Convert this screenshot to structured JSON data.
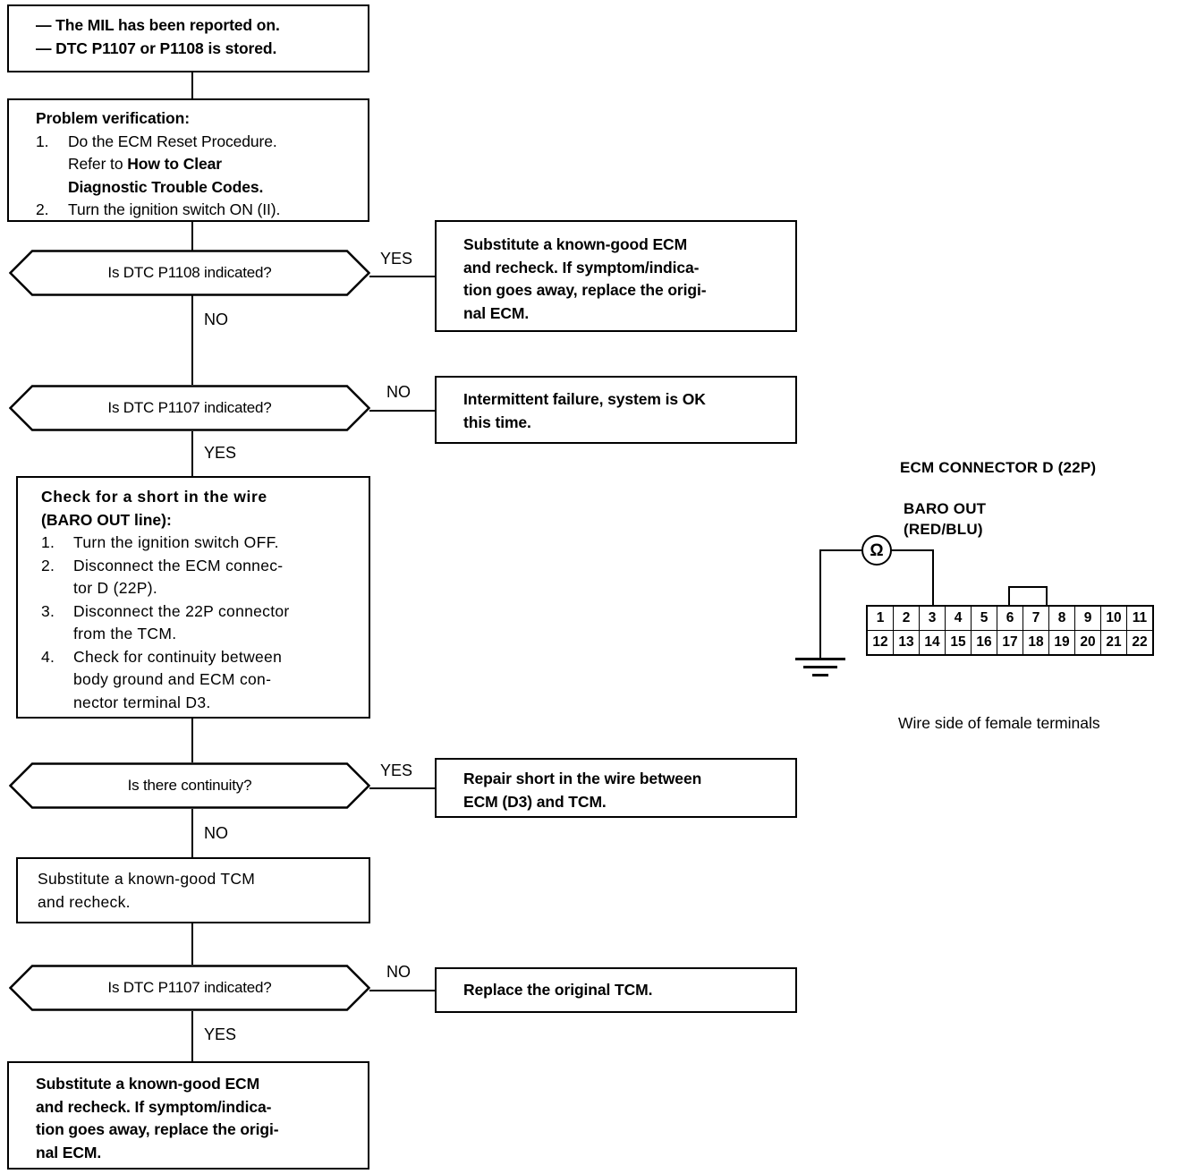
{
  "flow": {
    "start_box": {
      "lines": [
        "—  The MIL has been reported on.",
        "—  DTC P1107 or P1108 is stored."
      ]
    },
    "verify_box": {
      "heading": "Problem verification:",
      "item1_num": "1.",
      "item1_a": "Do the ECM Reset Procedure.",
      "item1_b": "Refer to How to Clear",
      "item1_c": "Diagnostic Trouble Codes.",
      "item2_num": "2.",
      "item2_a": "Turn the ignition switch ON (II)."
    },
    "decision1": {
      "label": "Is DTC P1108 indicated?",
      "yes": "YES",
      "no": "NO"
    },
    "result1": {
      "line1": "Substitute a known-good ECM",
      "line2": "and recheck. If symptom/indica-",
      "line3": "tion goes away, replace the origi-",
      "line4": "nal ECM."
    },
    "decision2": {
      "label": "Is DTC P1107 indicated?",
      "no": "NO",
      "yes": "YES"
    },
    "result2": {
      "line1": "Intermittent failure, system is OK",
      "line2": "this time."
    },
    "check_box": {
      "heading1": "Check for a short in the wire",
      "heading2": "(BARO OUT line):",
      "item1_num": "1.",
      "item1_a": "Turn the ignition switch OFF.",
      "item2_num": "2.",
      "item2_a": "Disconnect the ECM connec-",
      "item2_b": "tor D (22P).",
      "item3_num": "3.",
      "item3_a": "Disconnect the 22P connector",
      "item3_b": "from the TCM.",
      "item4_num": "4.",
      "item4_a": "Check for continuity between",
      "item4_b": "body ground and ECM con-",
      "item4_c": "nector terminal D3."
    },
    "decision3": {
      "label": "Is there continuity?",
      "yes": "YES",
      "no": "NO"
    },
    "result3": {
      "line1": "Repair short in the wire between",
      "line2": "ECM (D3) and TCM."
    },
    "tcm_box": {
      "line1": "Substitute a known-good TCM",
      "line2": "and recheck."
    },
    "decision4": {
      "label": "Is DTC P1107 indicated?",
      "no": "NO",
      "yes": "YES"
    },
    "result4": {
      "line1": "Replace the original TCM."
    },
    "final_box": {
      "line1": "Substitute a known-good ECM",
      "line2": "and recheck. If symptom/indica-",
      "line3": "tion goes away, replace the origi-",
      "line4": "nal ECM."
    }
  },
  "connector": {
    "title": "ECM CONNECTOR D (22P)",
    "signal_line1": "BARO OUT",
    "signal_line2": "(RED/BLU)",
    "meter_symbol": "Ω",
    "caption": "Wire side of female terminals",
    "pins_top": [
      "1",
      "2",
      "3",
      "4",
      "5",
      "6",
      "7",
      "8",
      "9",
      "10",
      "11"
    ],
    "pins_bottom": [
      "12",
      "13",
      "14",
      "15",
      "16",
      "17",
      "18",
      "19",
      "20",
      "21",
      "22"
    ],
    "probe_pin": "3"
  }
}
